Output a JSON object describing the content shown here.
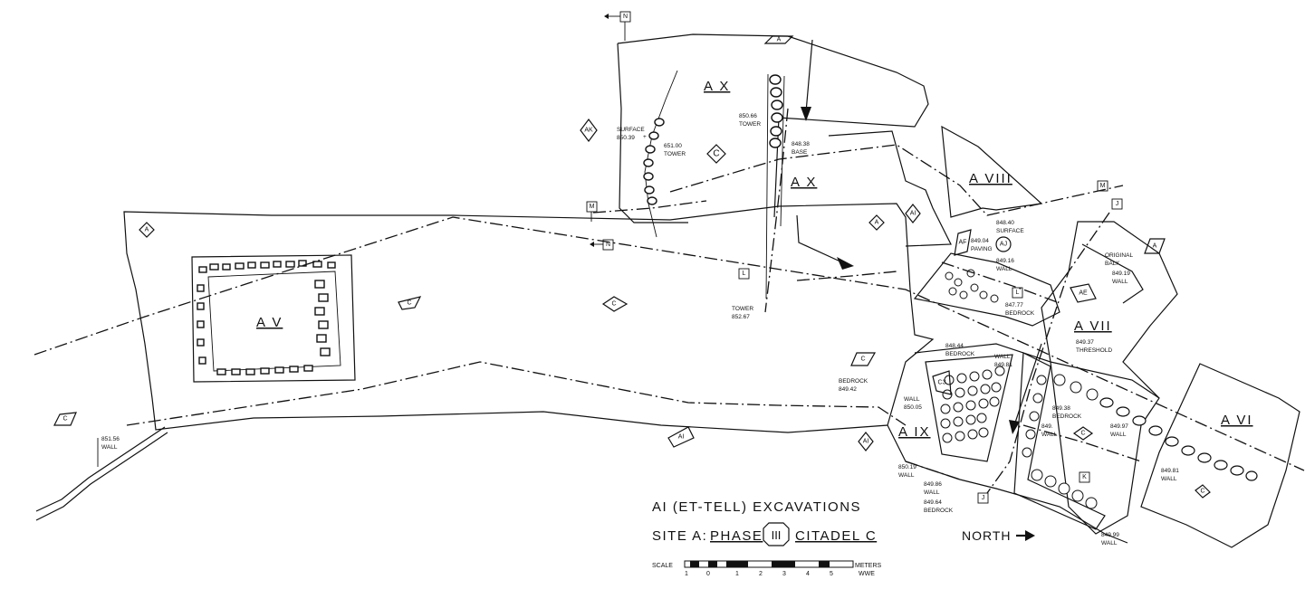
{
  "title": {
    "line1": "AI (ET-TELL) EXCAVATIONS",
    "line2_prefix": "SITE A:",
    "line2_phase": "PHASE",
    "line2_numeral": "III",
    "line2_citadel": "CITADEL C"
  },
  "north": "NORTH",
  "scale": {
    "label": "SCALE",
    "ticks": [
      "1",
      "0",
      "1",
      "2",
      "3",
      "4",
      "5"
    ],
    "unit": "METERS",
    "initials": "WWE"
  },
  "areas": {
    "av": "A V",
    "ax_top": "A X",
    "ax_mid": "A X",
    "aviii": "A VIII",
    "avii": "A VII",
    "aix": "A IX",
    "avi": "A VI"
  },
  "grid_markers": {
    "n": "N",
    "m": "M",
    "l": "L",
    "j": "J",
    "k": "K",
    "a": "A",
    "c": "C",
    "ak": "AK",
    "ai": "AI",
    "af": "AF",
    "ae": "AE",
    "aj": "AJ",
    "c3": "C3"
  },
  "annotations": {
    "surface_850": [
      "SURFACE",
      "850.39"
    ],
    "tower_851": [
      "651.00",
      "TOWER"
    ],
    "tower_850": [
      "850.66",
      "TOWER"
    ],
    "base": [
      "848.38",
      "BASE"
    ],
    "tower_852": [
      "TOWER",
      "852.67"
    ],
    "surface_848": [
      "848.40",
      "SURFACE"
    ],
    "paving": [
      "849.04",
      "PAVING"
    ],
    "wall_849_16": [
      "849.16",
      "WALL"
    ],
    "original_balk": [
      "ORIGINAL",
      "BALK"
    ],
    "wall_849_19": [
      "849.19",
      "WALL"
    ],
    "bedrock_847": [
      "847.77",
      "BEDROCK"
    ],
    "threshold": [
      "849.37",
      "THRESHOLD"
    ],
    "bedrock_848_44": [
      "848.44",
      "BEDROCK"
    ],
    "wall_849_81": [
      "WALL",
      "849.81"
    ],
    "bedrock_849_42": [
      "BEDROCK",
      "849.42"
    ],
    "wall_850_05": [
      "WALL",
      "850.05"
    ],
    "bedrock_849_38": [
      "849.38",
      "BEDROCK"
    ],
    "wall_849": [
      "849.",
      "WALL"
    ],
    "wall_849_97": [
      "849.97",
      "WALL"
    ],
    "wall_850_19": [
      "850.19",
      "WALL"
    ],
    "wall_849_86": [
      "849.86",
      "WALL"
    ],
    "bedrock_849_64": [
      "849.64",
      "BEDROCK"
    ],
    "wall_849_81b": [
      "849.81",
      "WALL"
    ],
    "wall_849_99": [
      "849.99",
      "WALL"
    ],
    "wall_851_56": [
      "851.56",
      "WALL"
    ]
  }
}
